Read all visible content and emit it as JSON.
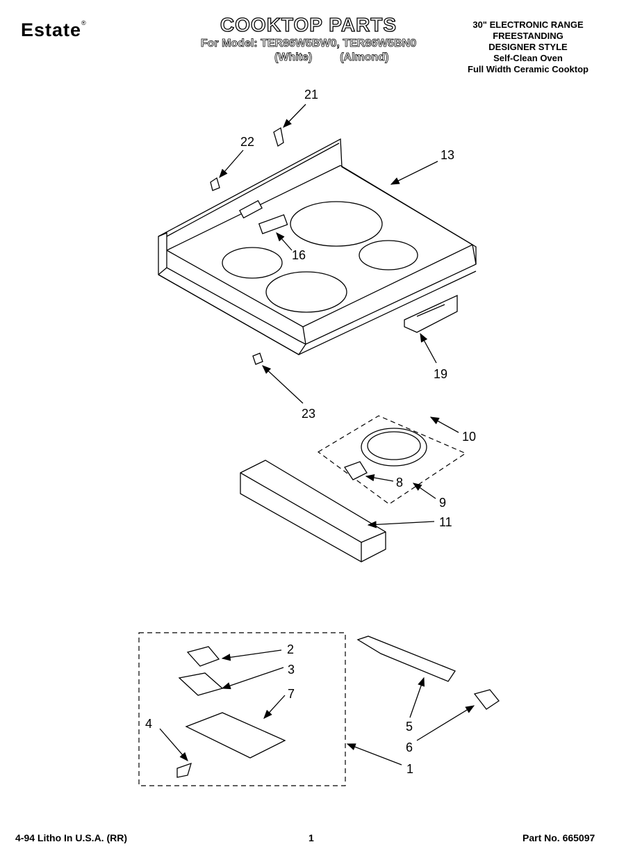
{
  "header": {
    "brand": "Estate",
    "brand_mark": "®",
    "title": "COOKTOP PARTS",
    "model_line": "For Model: TER86W5BW0, TER86W5BN0",
    "color_line": "(White)         (Almond)",
    "spec_lines": [
      "30\" ELECTRONIC RANGE",
      "FREESTANDING",
      "DESIGNER STYLE",
      "Self-Clean Oven",
      "Full Width Ceramic Cooktop"
    ]
  },
  "callouts": [
    "21",
    "22",
    "13",
    "16",
    "19",
    "23",
    "10",
    "8",
    "9",
    "11",
    "2",
    "3",
    "7",
    "4",
    "5",
    "6",
    "1"
  ],
  "footer": {
    "litho": "4-94 Litho In U.S.A. (RR)",
    "page": "1",
    "part_no": "Part No. 665097"
  }
}
